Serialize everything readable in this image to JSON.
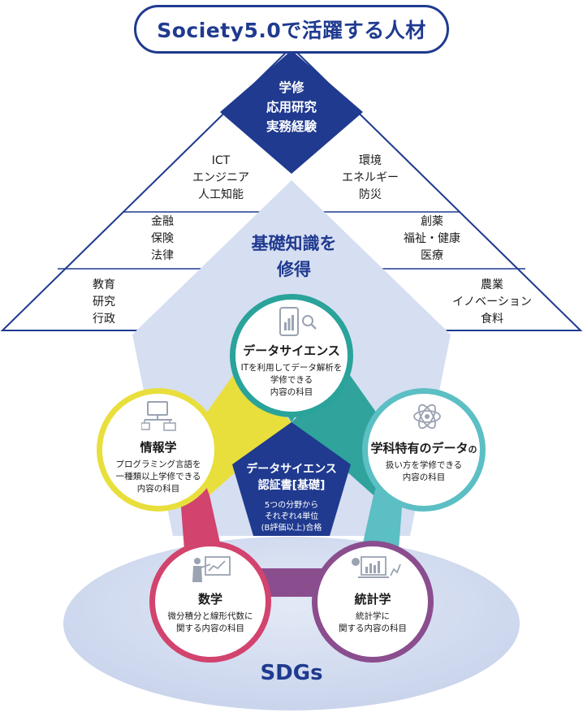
{
  "title": "Society5.0で活躍する人材",
  "top_diamond": {
    "lines": [
      "学修",
      "応用研究",
      "実務経験"
    ]
  },
  "center_label": {
    "lines": [
      "基礎知識を",
      "修得"
    ]
  },
  "fields_left": [
    {
      "lines": [
        "ICT",
        "エンジニア",
        "人工知能"
      ]
    },
    {
      "lines": [
        "金融",
        "保険",
        "法律"
      ]
    },
    {
      "lines": [
        "教育",
        "研究",
        "行政"
      ]
    }
  ],
  "fields_right": [
    {
      "lines": [
        "環境",
        "エネルギー",
        "防災"
      ]
    },
    {
      "lines": [
        "創薬",
        "福祉・健康",
        "医療"
      ]
    },
    {
      "lines": [
        "農業",
        "イノベーション",
        "食料"
      ]
    }
  ],
  "subjects": {
    "data_science": {
      "title": "データサイエンス",
      "desc": [
        "ITを利用してデータ解析を",
        "学修できる",
        "内容の科目"
      ],
      "color": "#2aa39a",
      "icon": "tablet-chart-icon"
    },
    "informatics": {
      "title": "情報学",
      "desc": [
        "プログラミング言語を",
        "一種類以上学修できる",
        "内容の科目"
      ],
      "color": "#e8df3c",
      "icon": "computer-network-icon"
    },
    "field_data": {
      "title_main": "学科特有の",
      "title_sub": "データ",
      "title_tail": "の",
      "desc": [
        "扱い方を学修できる",
        "内容の科目"
      ],
      "color": "#5bbfc4",
      "icon": "molecule-icon"
    },
    "mathematics": {
      "title": "数学",
      "desc": [
        "微分積分と線形代数に",
        "関する内容の科目"
      ],
      "color": "#d2436e",
      "icon": "presenter-chart-icon"
    },
    "statistics": {
      "title": "統計学",
      "desc": [
        "統計学に",
        "関する内容の科目"
      ],
      "color": "#8a4d8e",
      "icon": "laptop-stats-icon"
    }
  },
  "certificate": {
    "title_lines": [
      "データサイエンス",
      "認証書[基礎]"
    ],
    "desc": [
      "5つの分野から",
      "それぞれ4単位",
      "(B評価以上)合格"
    ],
    "color": "#1f3a8f"
  },
  "base_label": "SDGs",
  "colors": {
    "navy": "#1f3a8f",
    "light_blue": "#d6def2",
    "base": "#cfd9ee"
  }
}
